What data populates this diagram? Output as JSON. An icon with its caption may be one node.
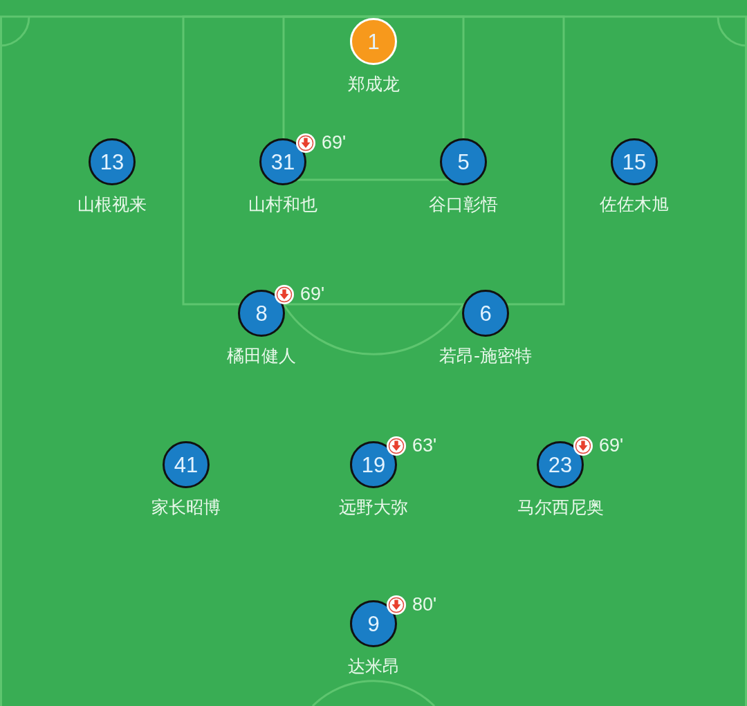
{
  "diagram": {
    "nodes": [
      {
        "text": [
          "1"
        ],
        "beside": [
          "郑成龙"
        ]
      },
      {
        "text": [
          "13"
        ],
        "beside": [
          "山根视来"
        ]
      },
      {
        "text": [
          "31"
        ],
        "beside": [
          "山村和也",
          "69'"
        ]
      },
      {
        "text": [
          "5"
        ],
        "beside": [
          "谷口彰悟"
        ]
      },
      {
        "text": [
          "15"
        ],
        "beside": [
          "佐佐木旭"
        ]
      },
      {
        "text": [
          "8"
        ],
        "beside": [
          "橘田健人",
          "69'"
        ]
      },
      {
        "text": [
          "6"
        ],
        "beside": [
          "若昂-施密特"
        ]
      },
      {
        "text": [
          "41"
        ],
        "beside": [
          "家长昭博"
        ]
      },
      {
        "text": [
          "19"
        ],
        "beside": [
          "远野大弥",
          "63'"
        ]
      },
      {
        "text": [
          "23"
        ],
        "beside": [
          "马尔西尼奥",
          "69'"
        ]
      },
      {
        "text": [
          "9"
        ],
        "beside": [
          "达米昂",
          "80'"
        ]
      }
    ]
  }
}
